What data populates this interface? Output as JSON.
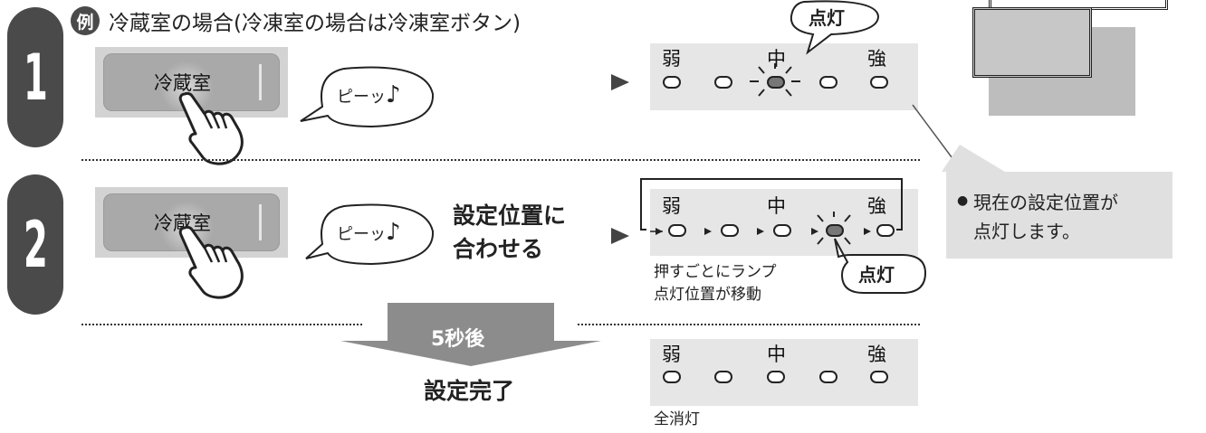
{
  "example": {
    "badge": "例",
    "text": "冷蔵室の場合(冷凍室の場合は冷凍室ボタン)"
  },
  "steps": [
    {
      "number": "1"
    },
    {
      "number": "2"
    }
  ],
  "button_label": "冷蔵室",
  "beep_text": "ピーッ",
  "note_glyph": "♪",
  "lit_label": "点灯",
  "lamp_labels": {
    "weak": "弱",
    "mid": "中",
    "strong": "強"
  },
  "step2_instruction": {
    "line1": "設定位置に",
    "line2": "合わせる"
  },
  "step2_caption": {
    "line1": "押すごとにランプ",
    "line2": "点灯位置が移動"
  },
  "after": {
    "delay": "5秒後",
    "complete": "設定完了",
    "all_off": "全消灯"
  },
  "note": {
    "bullet": "●",
    "line1": "現在の設定位置が",
    "line2": "点灯します。"
  },
  "colors": {
    "dark": "#4a4a4a",
    "panel": "#e6e6e6",
    "button": "#a9a9a9"
  }
}
